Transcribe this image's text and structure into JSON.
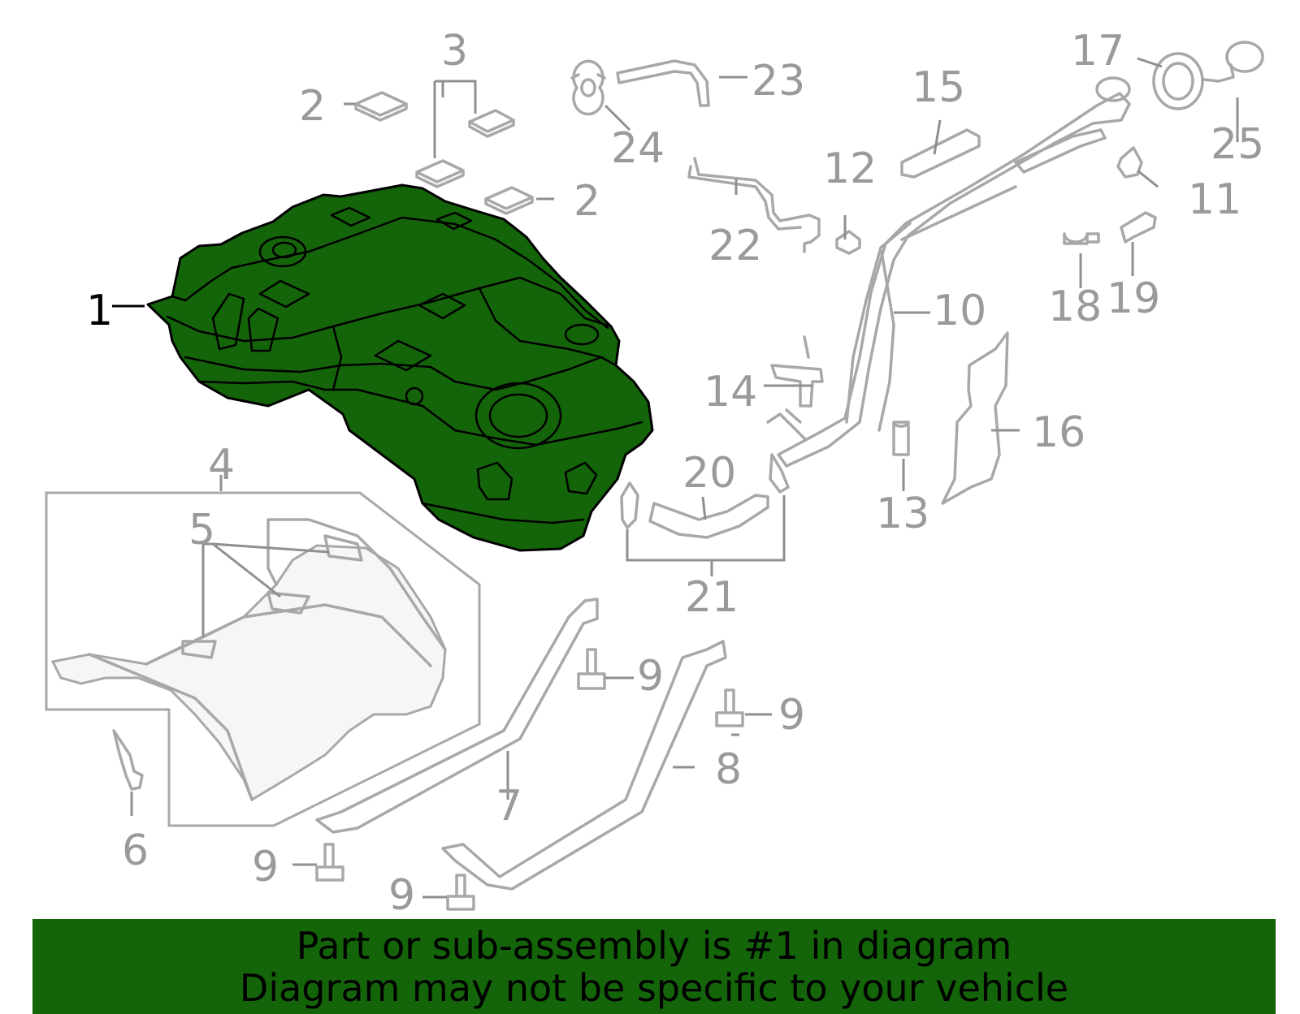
{
  "diagram": {
    "callouts": {
      "c1": "1",
      "c2a": "2",
      "c2b": "2",
      "c3": "3",
      "c4": "4",
      "c5": "5",
      "c6": "6",
      "c7": "7",
      "c8": "8",
      "c9a": "9",
      "c9b": "9",
      "c9c": "9",
      "c9d": "9",
      "c10": "10",
      "c11": "11",
      "c12": "12",
      "c13": "13",
      "c14": "14",
      "c15": "15",
      "c16": "16",
      "c17": "17",
      "c18": "18",
      "c19": "19",
      "c20": "20",
      "c21": "21",
      "c22": "22",
      "c23": "23",
      "c24": "24",
      "c25": "25"
    },
    "highlight_color": "#146409"
  },
  "banner": {
    "line1": "Part or sub-assembly is #1 in diagram",
    "line2": "Diagram may not be specific to your vehicle"
  }
}
